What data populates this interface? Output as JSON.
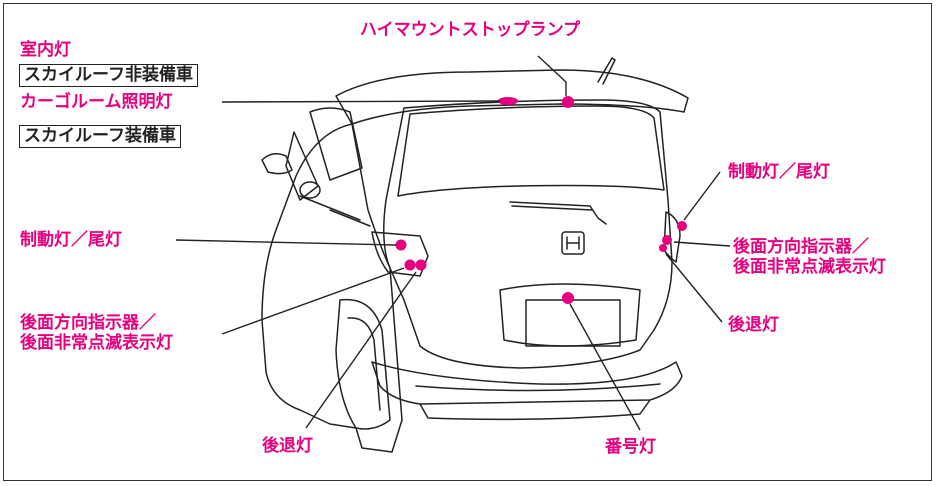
{
  "colors": {
    "accent": "#e6007e",
    "line": "#222222",
    "frame": "#333333"
  },
  "labels": {
    "room_lamp": "室内灯",
    "no_skyroof": "スカイルーフ非装備車",
    "cargo_lamp": "カーゴルーム照明灯",
    "with_skyroof": "スカイルーフ装備車",
    "high_mount_stop": "ハイマウントストップランプ",
    "brake_tail_left": "制動灯／尾灯",
    "turn_hazard_left_1": "後面方向指示器／",
    "turn_hazard_left_2": "後面非常点滅表示灯",
    "reverse_left": "後退灯",
    "license_plate": "番号灯",
    "brake_tail_right": "制動灯／尾灯",
    "turn_hazard_right_1": "後面方向指示器／",
    "turn_hazard_right_2": "後面非常点滅表示灯",
    "reverse_right": "後退灯"
  },
  "icons": {
    "emblem": "honda-h-emblem-icon"
  }
}
